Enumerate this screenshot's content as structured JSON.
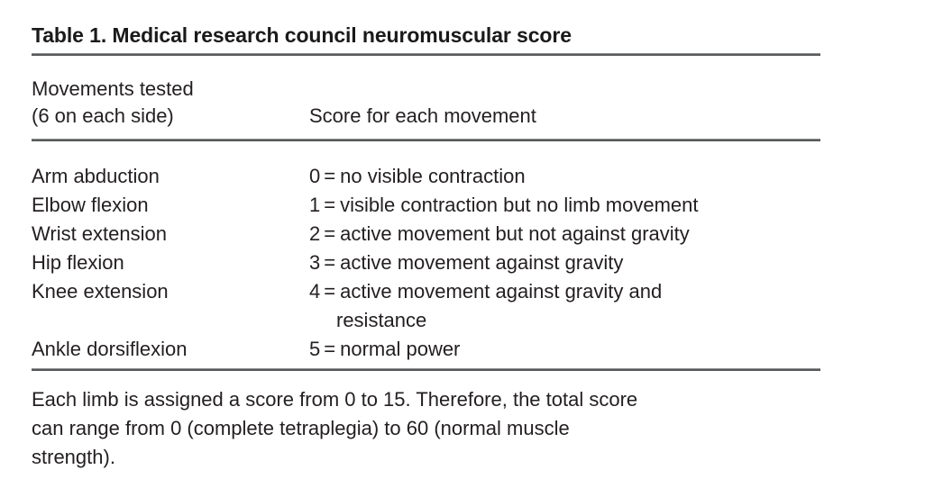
{
  "table": {
    "title": "Table 1. Medical research council neuromuscular score",
    "columns": {
      "left_header_line1": "Movements tested",
      "left_header_line2": "(6 on each side)",
      "right_header": "Score for each movement"
    },
    "rows": [
      {
        "movement": "Arm abduction",
        "score_value": "0",
        "score_eq": "=",
        "score_desc": "no visible contraction",
        "score_desc_cont": ""
      },
      {
        "movement": "Elbow flexion",
        "score_value": "1",
        "score_eq": "=",
        "score_desc": "visible contraction but no limb movement",
        "score_desc_cont": ""
      },
      {
        "movement": "Wrist extension",
        "score_value": "2",
        "score_eq": "=",
        "score_desc": "active movement but not against gravity",
        "score_desc_cont": ""
      },
      {
        "movement": "Hip flexion",
        "score_value": "3",
        "score_eq": "=",
        "score_desc": "active movement against gravity",
        "score_desc_cont": ""
      },
      {
        "movement": "Knee extension",
        "score_value": "4",
        "score_eq": "=",
        "score_desc": "active movement against gravity and",
        "score_desc_cont": "resistance"
      },
      {
        "movement": "Ankle dorsiflexion",
        "score_value": "5",
        "score_eq": "=",
        "score_desc": "normal power",
        "score_desc_cont": ""
      }
    ],
    "footnote": {
      "line1": "Each limb is assigned a score from 0 to 15. Therefore, the total score",
      "line2": "can range from 0 (complete tetraplegia) to 60 (normal muscle",
      "line3": "strength)."
    }
  },
  "style": {
    "text_color": "#231f20",
    "rule_color": "#58595b",
    "background": "#ffffff"
  }
}
